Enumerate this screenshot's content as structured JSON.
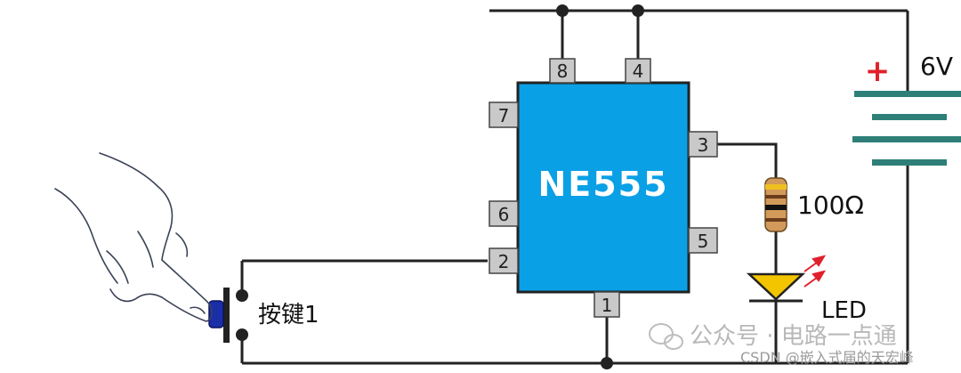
{
  "chip": {
    "name": "NE555",
    "body_color": "#0aa0e6",
    "pins": {
      "p1": "1",
      "p2": "2",
      "p3": "3",
      "p4": "4",
      "p5": "5",
      "p6": "6",
      "p7": "7",
      "p8": "8"
    }
  },
  "battery": {
    "voltage_label": "6V",
    "plus_symbol": "+",
    "plate_color": "#2f7f79",
    "plus_color": "#e0202a"
  },
  "resistor": {
    "value_label": "100Ω"
  },
  "led": {
    "label": "LED",
    "color": "#f2c500",
    "arrow_color": "#e0202a"
  },
  "button": {
    "label": "按键1",
    "cap_color": "#1a2ea8"
  },
  "watermark": {
    "channel": "公众号 · 电路一点通",
    "csdn": "CSDN @嵌入式届的天宏峰"
  }
}
